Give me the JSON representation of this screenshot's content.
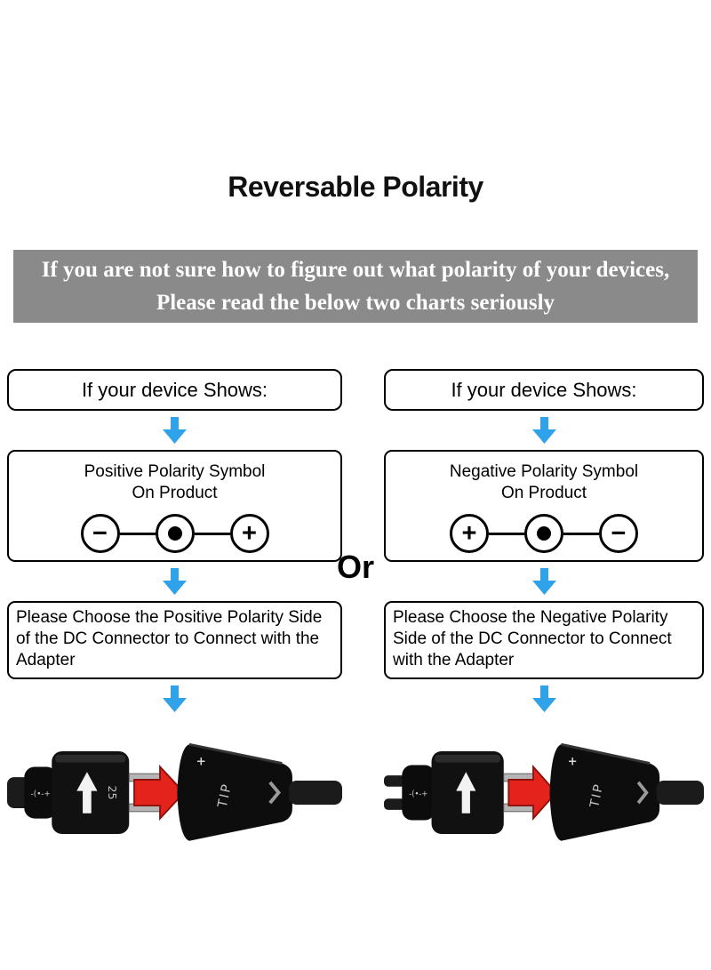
{
  "title": "Reversable Polarity",
  "banner": {
    "line1": "If you are not sure how to figure out what polarity of your devices,",
    "line2": "Please read the below two charts seriously"
  },
  "or_label": "Or",
  "colors": {
    "arrow_blue": "#2FA2E9",
    "banner_gray": "#8a8a8a",
    "red_arrow": "#E3231C",
    "box_border": "#000000"
  },
  "left_chart": {
    "step1": "If your device Shows:",
    "step2": {
      "line1": "Positive Polarity Symbol",
      "line2": "On Product",
      "symbol_left": "−",
      "symbol_right": "+"
    },
    "step3": "Please Choose the Positive Polarity Side of the DC Connector to Connect with the Adapter"
  },
  "right_chart": {
    "step1": "If your device Shows:",
    "step2": {
      "line1": "Negative Polarity Symbol",
      "line2": "On Product",
      "symbol_left": "+",
      "symbol_right": "−"
    },
    "step3": "Please Choose the Negative Polarity Side of the DC Connector to Connect with the Adapter"
  },
  "photos": {
    "left": {
      "plug_label": "25",
      "barrel_mark": "-(•-+",
      "plus_label": "+",
      "tip_label": "TIP"
    },
    "right": {
      "barrel_mark": "-(•-+",
      "plus_label": "+",
      "tip_label": "TIP"
    }
  }
}
